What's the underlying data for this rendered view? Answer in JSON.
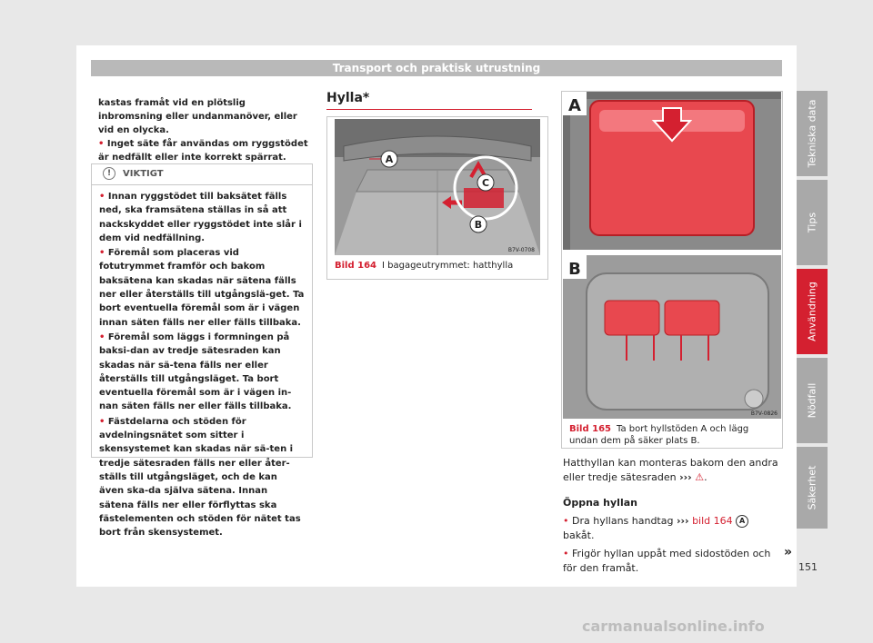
{
  "header": {
    "title": "Transport och praktisk utrustning"
  },
  "col1": {
    "intro": "kastas framåt vid en plötslig inbromsning eller undanmanöver, eller vid en olycka.",
    "bullet1": "Inget säte får användas om ryggstödet är nedfällt eller inte korrekt spärrat."
  },
  "warning": {
    "title": "VIKTIGT",
    "items": [
      "Innan ryggstödet till baksätet fälls ned, ska framsätena ställas in så att nackskyddet eller ryggstödet inte slår i dem vid nedfällning.",
      "Föremål som placeras vid fotutrymmet framför och bakom baksätena kan skadas när sätena fälls ner eller återställs till utgångslä-get. Ta bort eventuella föremål som är i vägen innan säten fälls ner eller fälls tillbaka.",
      "Föremål som läggs i formningen på baksi-dan av tredje sätesraden kan skadas när sä-tena fälls ner eller återställs till utgångsläget. Ta bort eventuella föremål som är i vägen in-nan säten fälls ner eller fälls tillbaka.",
      "Fästdelarna och stöden för avdelningsnätet som sitter i skensystemet kan skadas när sä-ten i tredje sätesraden fälls ner eller åter-ställs till utgångsläget, och de kan även ska-da själva sätena. Innan sätena fälls ner eller förflyttas ska fästelementen och stöden för nätet tas bort från skensystemet."
    ]
  },
  "section": {
    "title": "Hylla*"
  },
  "fig164": {
    "code": "B7V-0708",
    "label": "Bild 164",
    "caption": "I bagageutrymmet: hatthylla",
    "marker_a": "A",
    "marker_b": "B",
    "marker_c": "C"
  },
  "fig165": {
    "code": "B7V-0826",
    "label": "Bild 165",
    "caption": "Ta bort hyllstöden A och lägg undan dem på säker plats B.",
    "panel_a": "A",
    "panel_b": "B"
  },
  "col3": {
    "para": "Hatthyllan kan monteras bakom den andra eller tredje sätesraden",
    "arrows": "›››",
    "subheading": "Öppna hyllan",
    "b1_pre": "Dra hyllans handtag",
    "b1_ref": "bild 164",
    "b1_circ": "A",
    "b1_post": "bakåt.",
    "b2": "Frigör hyllan uppåt med sidostöden och för den framåt."
  },
  "tabs": [
    "Tekniska data",
    "Tips",
    "Användning",
    "Nödfall",
    "Säkerhet"
  ],
  "footer": {
    "page": "151",
    "continue": "»",
    "watermark": "carmanualsonline.info"
  },
  "colors": {
    "accent": "#d42030",
    "tab": "#a9a9a9"
  }
}
